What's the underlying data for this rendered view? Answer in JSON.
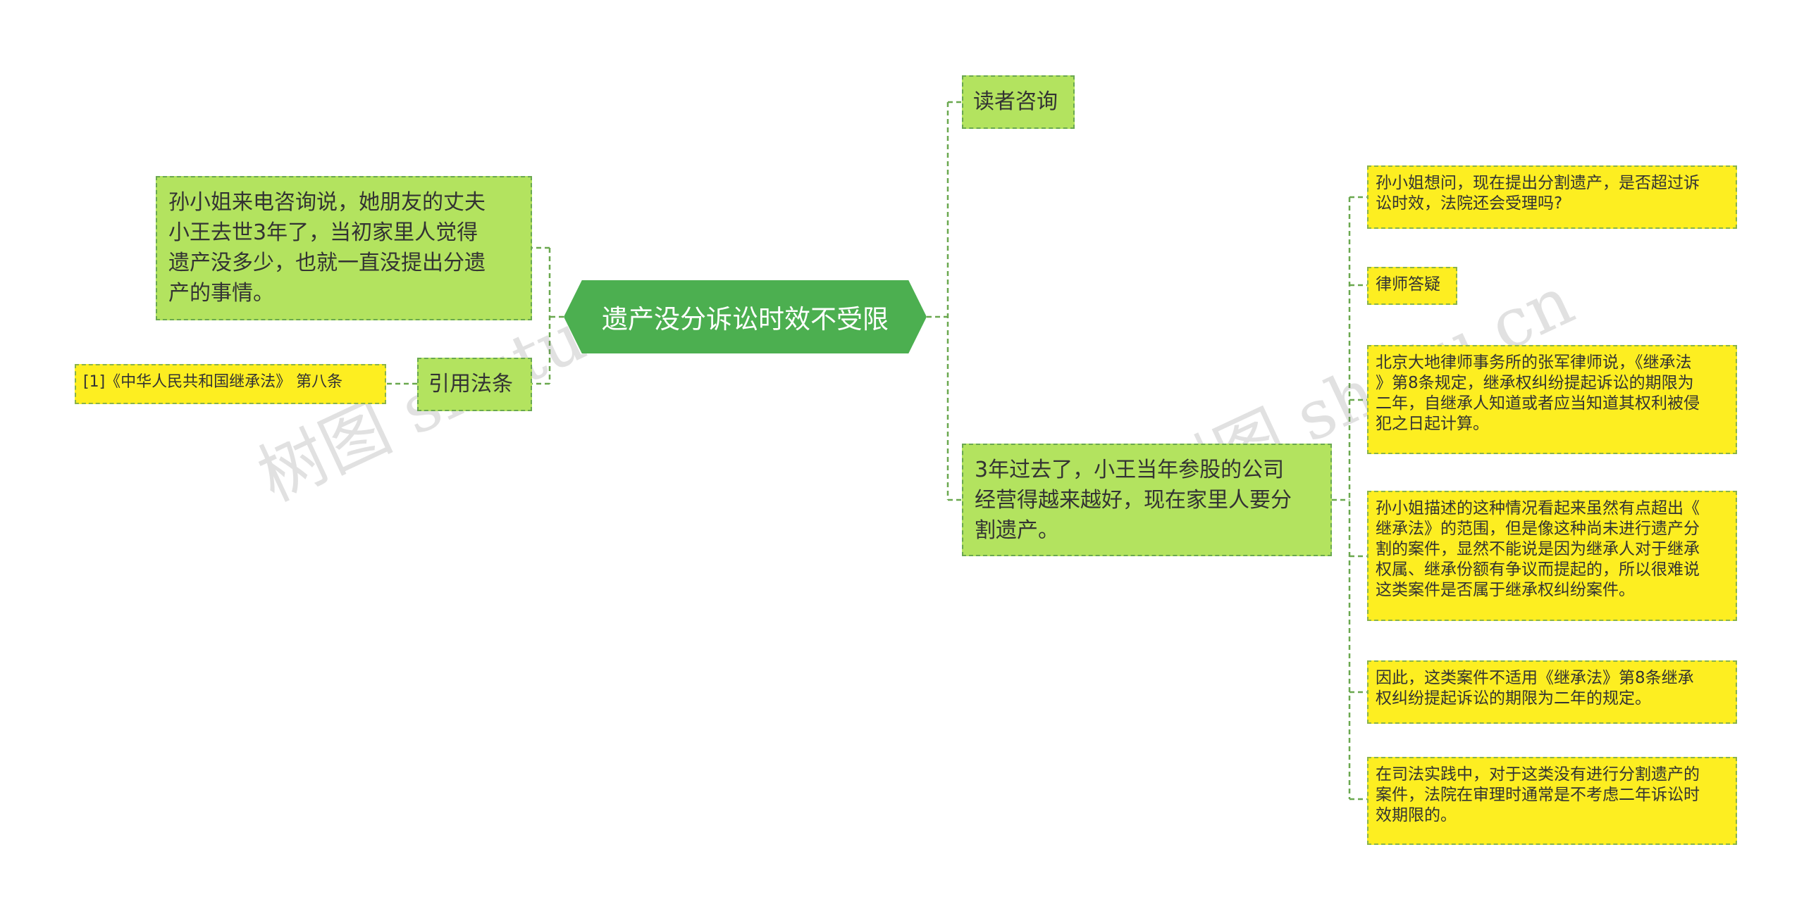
{
  "root": {
    "text": "遗产没分诉讼时效不受限"
  },
  "left": {
    "story": "孙小姐来电咨询说，她朋友的丈夫\n小王去世3年了，当初家里人觉得\n遗产没多少，也就一直没提出分遗\n产的事情。",
    "cite_label": "引用法条",
    "cite_ref": "[1]《中华人民共和国继承法》 第八条"
  },
  "right": {
    "consult": "读者咨询",
    "situation": "3年过去了，小王当年参股的公司\n经营得越来越好，现在家里人要分\n割遗产。",
    "details": [
      "孙小姐想问，现在提出分割遗产，是否超过诉\n讼时效，法院还会受理吗?",
      "律师答疑",
      "北京大地律师事务所的张军律师说，《继承法\n》第8条规定，继承权纠纷提起诉讼的期限为\n二年，自继承人知道或者应当知道其权利被侵\n犯之日起计算。",
      "孙小姐描述的这种情况看起来虽然有点超出《\n继承法》的范围，但是像这种尚未进行遗产分\n割的案件，显然不能说是因为继承人对于继承\n权属、继承份额有争议而提起的，所以很难说\n这类案件是否属于继承权纠纷案件。",
      "因此，这类案件不适用《继承法》第8条继承\n权纠纷提起诉讼的期限为二年的规定。",
      "在司法实践中，对于这类没有进行分割遗产的\n案件，法院在审理时通常是不考虑二年诉讼时\n效期限的。"
    ]
  },
  "watermark": "树图 shutu.cn",
  "colors": {
    "root": "#4caf50",
    "green": "#b3e35f",
    "yellow": "#fdee21",
    "line": "#6aa84f"
  }
}
